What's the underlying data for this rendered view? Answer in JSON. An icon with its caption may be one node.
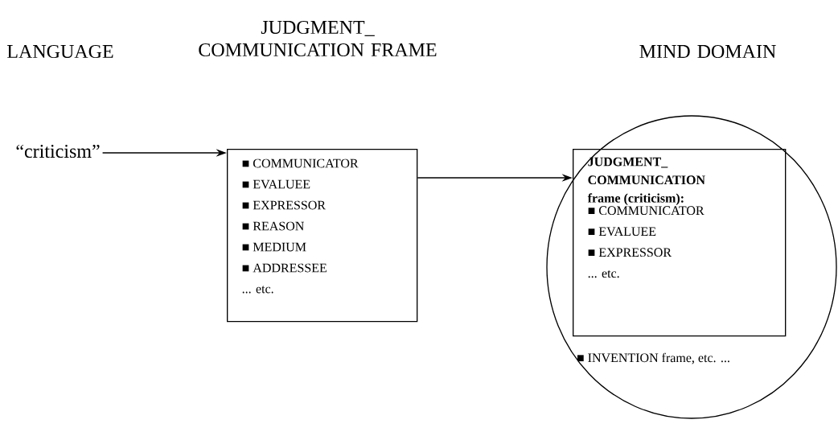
{
  "diagram": {
    "nodes": [
      {
        "text": [
          "“criticism”"
        ]
      },
      {
        "text": [
          "■ COMMUNICATOR",
          "■ EVALUEE",
          "■ EXPRESSOR",
          "■ REASON",
          "■ MEDIUM",
          "■ ADDRESSEE",
          "... etc."
        ]
      },
      {
        "text": [
          "■ INVENTION frame, etc. ..."
        ]
      },
      {
        "text": [
          "JUDGMENT_ COMMUNICATION frame (criticism):",
          "■ COMMUNICATOR",
          "■ EVALUEE",
          "■ EXPRESSOR",
          "... etc."
        ],
        "in": 2
      }
    ],
    "edges": [
      {
        "from": 0,
        "to": 1,
        "arrow": "to"
      },
      {
        "from": 1,
        "to": 3,
        "arrow": "to"
      }
    ],
    "labels": [
      "LANGUAGE",
      "JUDGMENT_ COMMUNICATION FRAME",
      "MIND DOMAIN"
    ]
  }
}
